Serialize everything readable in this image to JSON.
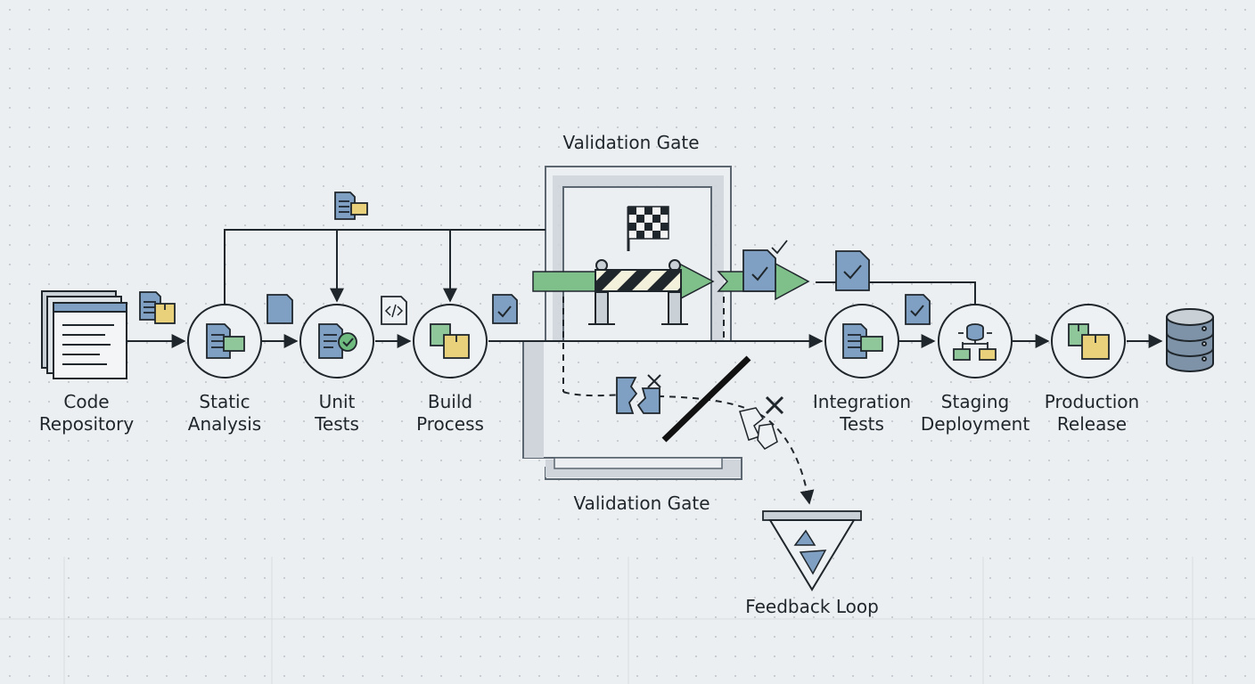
{
  "stages": [
    {
      "id": "repo",
      "lines": [
        "Code",
        "Repository"
      ]
    },
    {
      "id": "static",
      "lines": [
        "Static",
        "Analysis"
      ]
    },
    {
      "id": "unit",
      "lines": [
        "Unit",
        "Tests"
      ]
    },
    {
      "id": "build",
      "lines": [
        "Build",
        "Process"
      ]
    },
    {
      "id": "integration",
      "lines": [
        "Integration",
        "Tests"
      ]
    },
    {
      "id": "staging",
      "lines": [
        "Staging",
        "Deployment"
      ]
    },
    {
      "id": "production",
      "lines": [
        "Production",
        "Release"
      ]
    }
  ],
  "gate_top_label": "Validation Gate",
  "gate_bottom_label": "Validation Gate",
  "feedback_label": "Feedback Loop",
  "colors": {
    "stroke": "#1f262c",
    "doc_blue": "#7fa0c2",
    "box_green": "#8fc79a",
    "box_yellow": "#e9d17c",
    "gate_gray": "#c9d0d6",
    "arrow_green": "#7fbf8a",
    "check_green": "#6fba7f"
  },
  "icons": [
    "code-repository-icon",
    "document-icon",
    "check-icon",
    "code-icon",
    "package-icon",
    "checkered-flag-icon",
    "barrier-icon",
    "broken-document-icon",
    "funnel-icon",
    "database-icon",
    "deployment-icon"
  ]
}
